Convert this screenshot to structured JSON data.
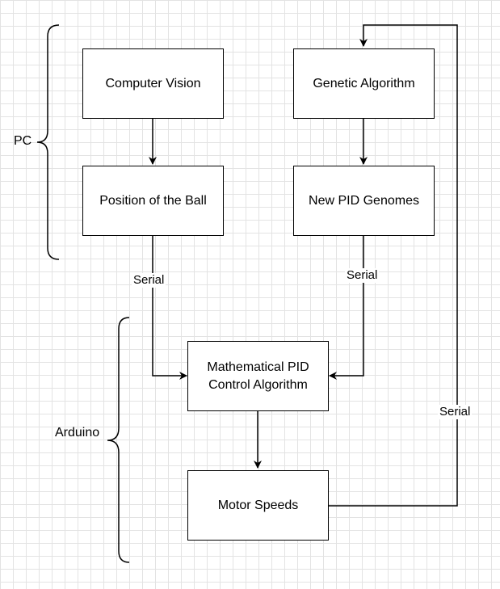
{
  "nodes": {
    "computer_vision": "Computer Vision",
    "genetic_algorithm": "Genetic Algorithm",
    "position_of_ball": "Position of the Ball",
    "new_pid_genomes": "New PID Genomes",
    "mathematical_pid": "Mathematical PID\nControl Algorithm",
    "motor_speeds": "Motor Speeds"
  },
  "edges": {
    "serial_left": "Serial",
    "serial_middle": "Serial",
    "serial_right": "Serial"
  },
  "groups": {
    "pc": "PC",
    "arduino": "Arduino"
  }
}
